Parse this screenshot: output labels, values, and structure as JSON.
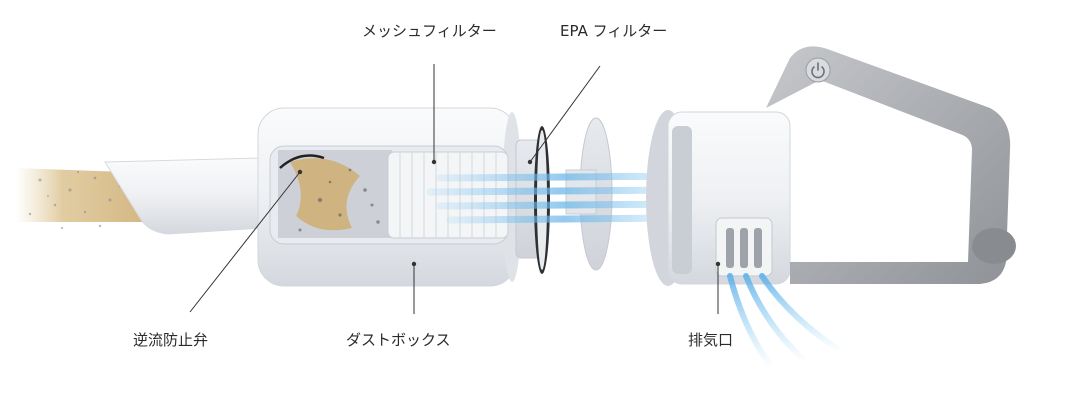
{
  "labels": {
    "mesh_filter": "メッシュフィルター",
    "epa_filter": "EPA フィルター",
    "check_valve": "逆流防止弁",
    "dust_box": "ダストボックス",
    "exhaust": "排気口"
  },
  "colors": {
    "body": "#eef0f3",
    "handle": "#a9acb0",
    "airflow": "#6fb8ea",
    "dust": "#d3b57f",
    "text": "#2b2b2b",
    "leader": "#333333"
  }
}
